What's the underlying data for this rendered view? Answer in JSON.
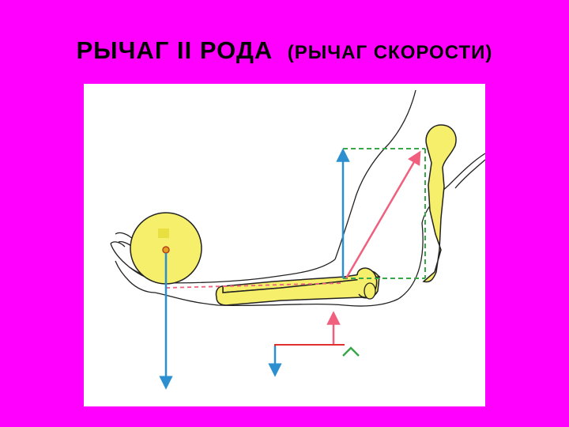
{
  "slide": {
    "title_main": "РЫЧАГ  II  РОДА",
    "title_sub": "(РЫЧАГ  СКОРОСТИ)"
  },
  "colors": {
    "background": "#ff00ff",
    "bone": "#f5ef6b",
    "ball": "#f5ef6b",
    "force_arrow": "#2b8fd0",
    "resultant_arrow": "#f0607e",
    "parallelogram_dashes": "#3aa64a",
    "lever_line_dashes": "#f0607e",
    "outline": "#222222"
  },
  "figure": {
    "elements": [
      "forearm-outline",
      "upper-arm-outline",
      "hand-outline",
      "ball",
      "humerus-bone",
      "forearm-bone",
      "load-arrow",
      "muscle-force-arrow",
      "resultant-arrow",
      "force-parallelogram",
      "lever-axis-line",
      "legend-arrows"
    ]
  }
}
